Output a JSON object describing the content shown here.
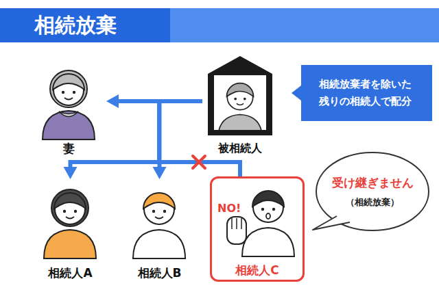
{
  "diagram": {
    "title": "相続放棄",
    "nodes": [
      {
        "text": [
          "妻"
        ]
      },
      {
        "text": [
          "被相続人"
        ]
      },
      {
        "text": [
          "相続放棄者を除いた 残りの相続人で配分"
        ]
      },
      {
        "text": [
          "相続人A"
        ]
      },
      {
        "text": [
          "相続人B"
        ]
      },
      {
        "text": [
          "NO!",
          "相続人C"
        ]
      },
      {
        "text": [
          "受け継ぎません",
          "（相続放棄）"
        ]
      }
    ],
    "edges": [
      {
        "from": 1,
        "to": 0,
        "arrow": "to"
      },
      {
        "from": 1,
        "to": 3,
        "arrow": "to"
      },
      {
        "from": 1,
        "to": 4,
        "arrow": "to"
      },
      {
        "from": 1,
        "to": 5,
        "arrow": "none"
      }
    ]
  }
}
